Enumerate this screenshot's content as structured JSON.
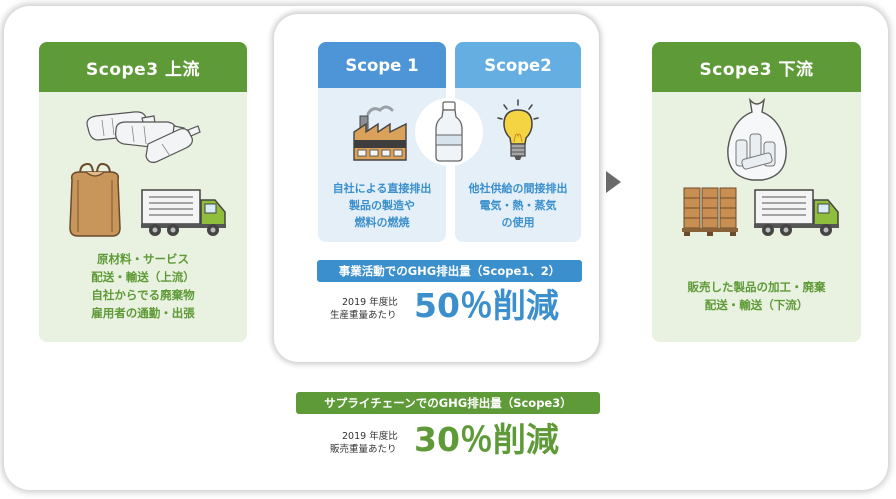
{
  "upstream": {
    "title": "Scope3 上流",
    "lines": [
      "原材料・サービス",
      "配送・輸送（上流）",
      "自社からでる廃棄物",
      "雇用者の通勤・出張"
    ]
  },
  "scope1": {
    "title": "Scope 1",
    "lines": [
      "自社による直接排出",
      "製品の製造や",
      "燃料の燃焼"
    ]
  },
  "scope2": {
    "title": "Scope2",
    "lines": [
      "他社供給の間接排出",
      "電気・熱・蒸気",
      "の使用"
    ]
  },
  "downstream": {
    "title": "Scope3 下流",
    "lines": [
      "販売した製品の加工・廃棄",
      "配送・輸送（下流）"
    ]
  },
  "business_target": {
    "label": "事業活動でのGHG排出量（Scope1、2）",
    "basis_line1": "2019 年度比",
    "basis_line2": "生産重量あたり",
    "reduction": "50％削減"
  },
  "supply_target": {
    "label": "サプライチェーンでのGHG排出量（Scope3）",
    "basis_line1": "2019 年度比",
    "basis_line2": "販売重量あたり",
    "reduction": "30％削減"
  },
  "colors": {
    "green": "#5e9a37",
    "blue": "#3a8fcc",
    "scope1_header": "#4d95d6",
    "scope2_header": "#64aee2"
  }
}
